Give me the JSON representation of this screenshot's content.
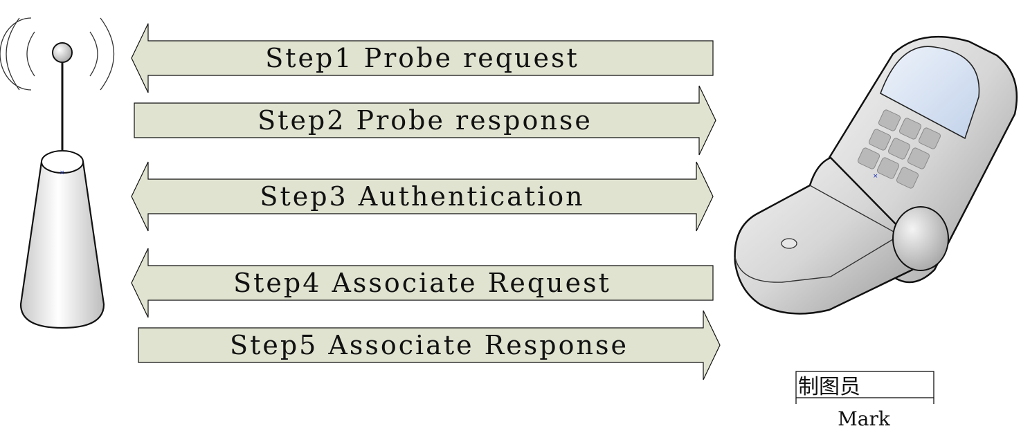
{
  "steps": [
    {
      "label": "Step1 Probe request",
      "direction": "left"
    },
    {
      "label": "Step2 Probe response",
      "direction": "right"
    },
    {
      "label": "Step3 Authentication",
      "direction": "both"
    },
    {
      "label": "Step4 Associate Request",
      "direction": "left"
    },
    {
      "label": "Step5 Associate Response",
      "direction": "right"
    }
  ],
  "stamp": {
    "title": "制图员",
    "name": "Mark"
  },
  "icons": {
    "left_device": "access-point-antenna-icon",
    "right_device": "flip-phone-icon"
  },
  "colors": {
    "arrow_fill": "#dfe3d0",
    "stroke": "#111111",
    "device_body": "#d9d9d9",
    "screen": "#cdd9ea"
  }
}
